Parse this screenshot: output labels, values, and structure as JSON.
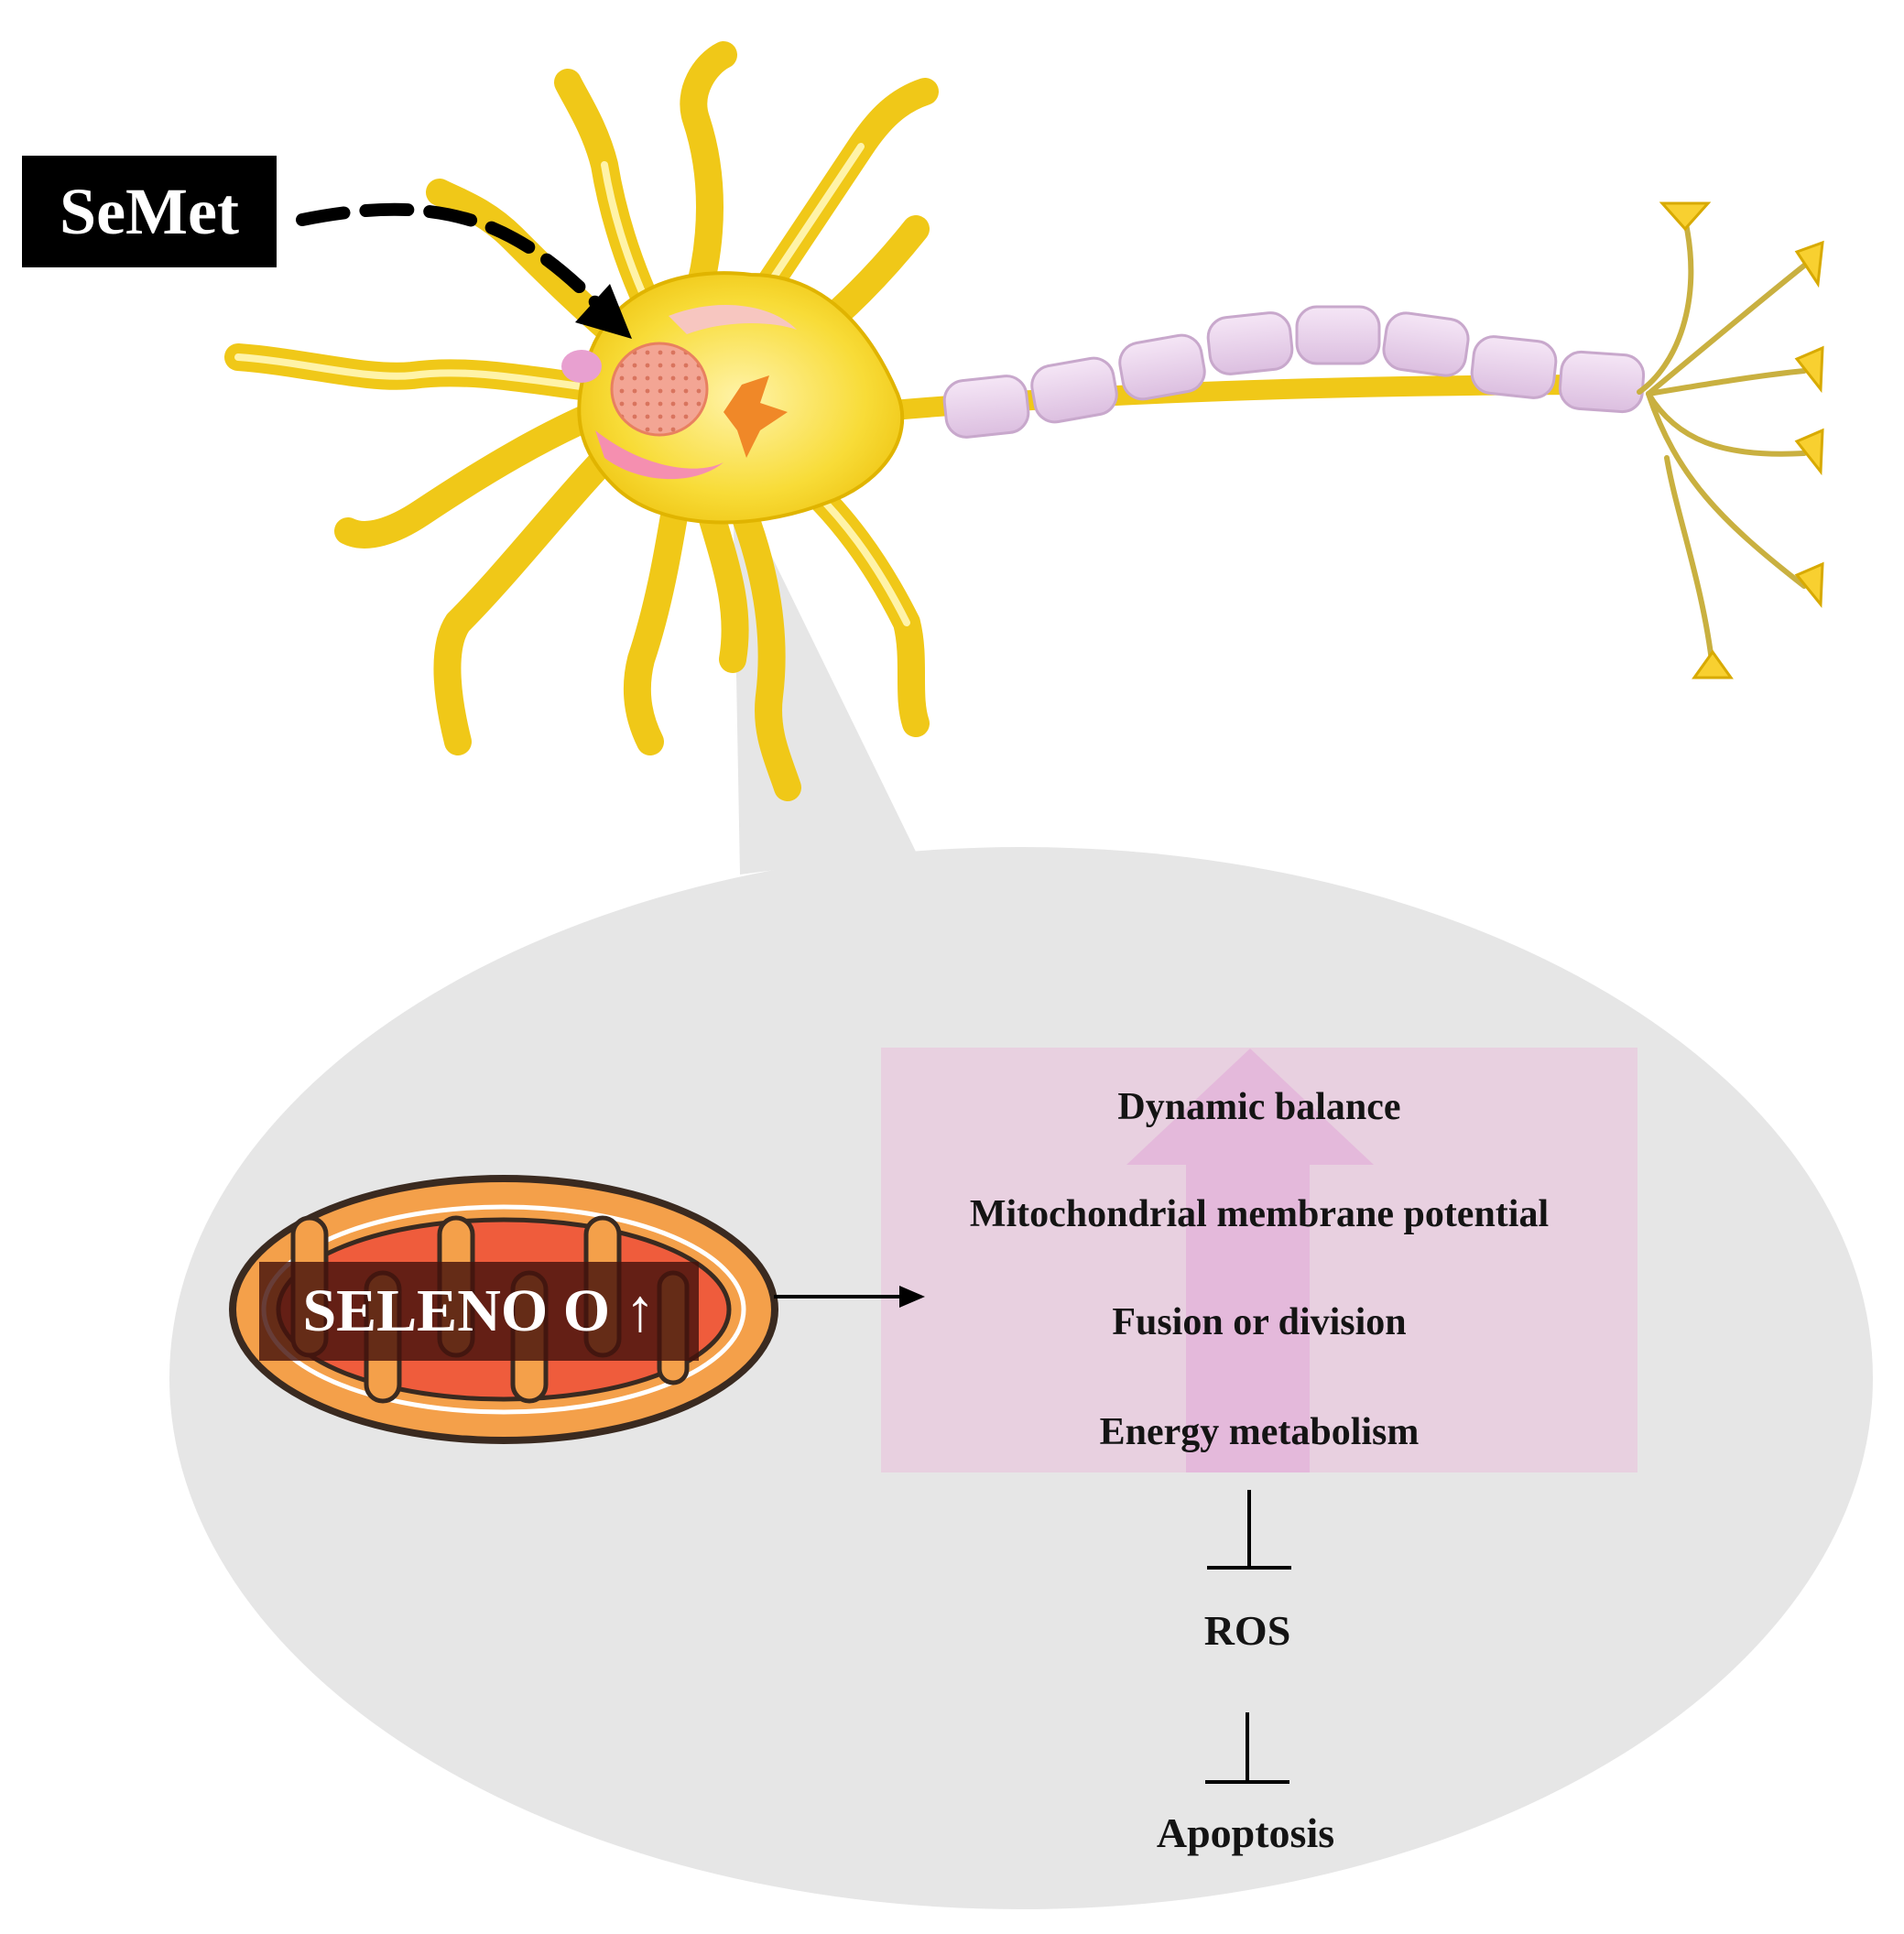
{
  "semet_label": "SeMet",
  "seleno_label": "SELENO O ↑",
  "effects": [
    "Dynamic balance",
    "Mitochondrial membrane potential",
    "Fusion or division",
    "Energy metabolism"
  ],
  "ros_label": "ROS",
  "apoptosis_label": "Apoptosis",
  "colors": {
    "neuron_body": "#f8dc38",
    "neuron_outline": "#e0b400",
    "myelin": "#ead2ec",
    "bubble": "#e6e6e6",
    "effects_box": "#e8d0e0",
    "effects_arrow": "#e3b2d9",
    "mito_outer": "#f4a04a",
    "mito_inner": "#ef5c3c"
  },
  "icons": [
    "neuron-icon",
    "mitochondrion-icon",
    "dashed-arrow-icon",
    "inhibition-icon"
  ]
}
